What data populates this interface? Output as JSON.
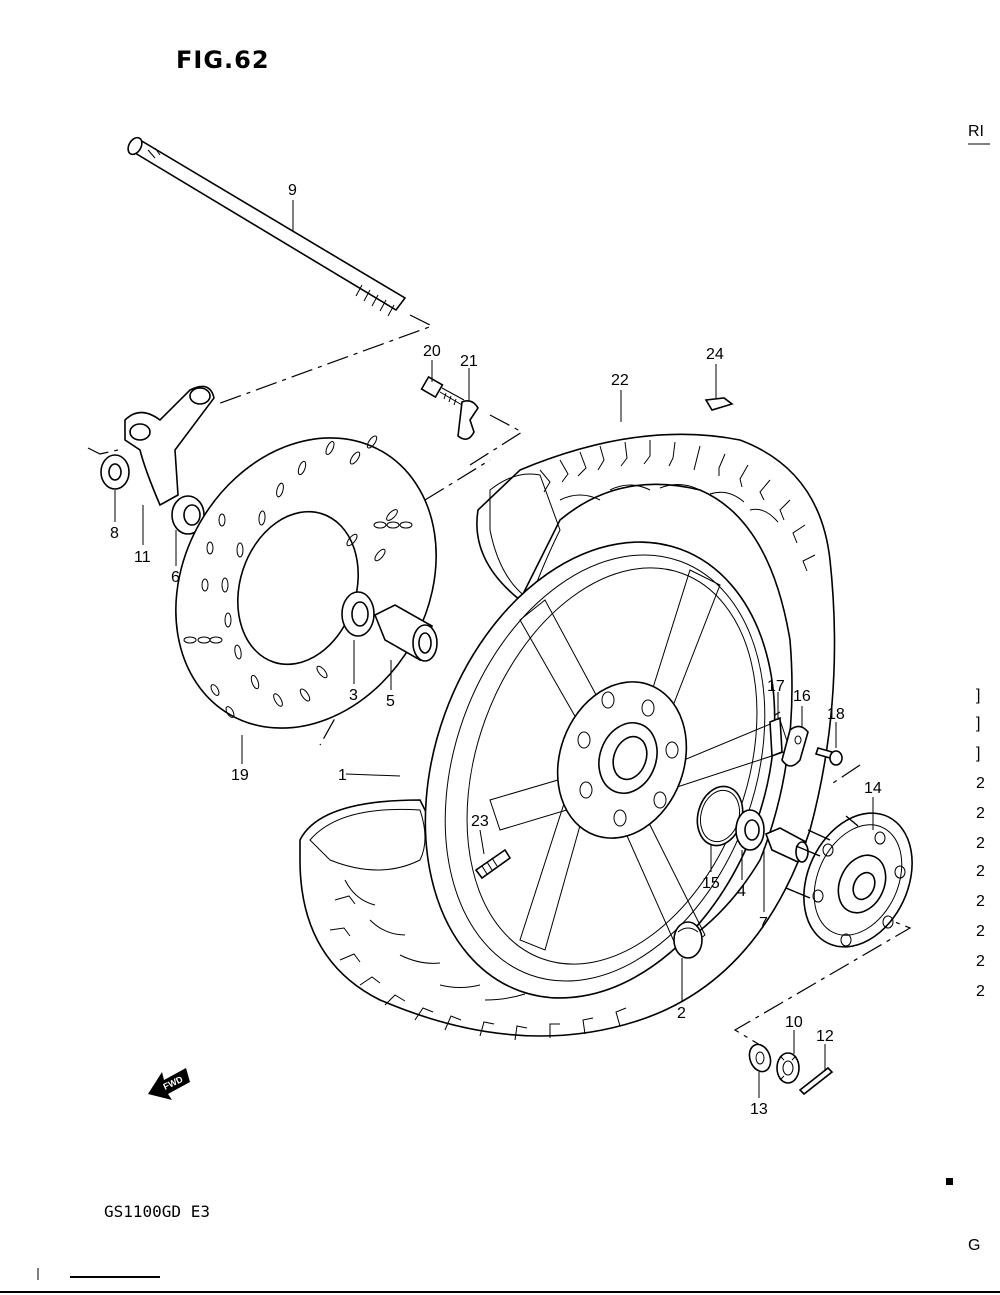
{
  "figure": {
    "title": "FIG.62",
    "model_code": "GS1100GD E3",
    "fwd_label": "FWD"
  },
  "edge_text": {
    "top_right": "RI",
    "bottom_right": "G",
    "right_column": [
      "]",
      "]",
      "]",
      "2",
      "2",
      "2",
      "2",
      "2",
      "2",
      "2",
      "2"
    ]
  },
  "callouts": [
    {
      "id": "callout-1",
      "label": "1"
    },
    {
      "id": "callout-2",
      "label": "2"
    },
    {
      "id": "callout-3",
      "label": "3"
    },
    {
      "id": "callout-4",
      "label": "4"
    },
    {
      "id": "callout-5",
      "label": "5"
    },
    {
      "id": "callout-6",
      "label": "6"
    },
    {
      "id": "callout-7",
      "label": "7"
    },
    {
      "id": "callout-8",
      "label": "8"
    },
    {
      "id": "callout-9",
      "label": "9"
    },
    {
      "id": "callout-10",
      "label": "10"
    },
    {
      "id": "callout-11",
      "label": "11"
    },
    {
      "id": "callout-12",
      "label": "12"
    },
    {
      "id": "callout-13",
      "label": "13"
    },
    {
      "id": "callout-14",
      "label": "14"
    },
    {
      "id": "callout-15",
      "label": "15"
    },
    {
      "id": "callout-16",
      "label": "16"
    },
    {
      "id": "callout-17",
      "label": "17"
    },
    {
      "id": "callout-18",
      "label": "18"
    },
    {
      "id": "callout-19",
      "label": "19"
    },
    {
      "id": "callout-20",
      "label": "20"
    },
    {
      "id": "callout-21",
      "label": "21"
    },
    {
      "id": "callout-22",
      "label": "22"
    },
    {
      "id": "callout-23",
      "label": "23"
    },
    {
      "id": "callout-24",
      "label": "24"
    }
  ]
}
